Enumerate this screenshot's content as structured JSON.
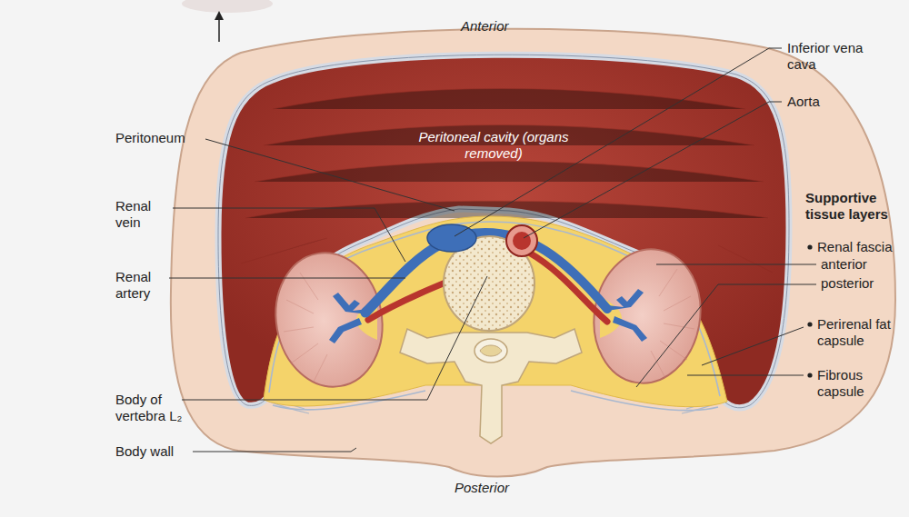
{
  "diagram": {
    "labels": [
      "Anterior",
      "Inferior vena cava",
      "Aorta",
      "Peritoneum",
      "Peritoneal cavity (organs removed)",
      "Renal vein",
      "Renal artery",
      "Supportive tissue layers",
      "Renal fascia",
      "anterior",
      "posterior",
      "Perirenal fat capsule",
      "Fibrous capsule",
      "Body of vertebra L₂",
      "Body wall",
      "Posterior"
    ]
  }
}
